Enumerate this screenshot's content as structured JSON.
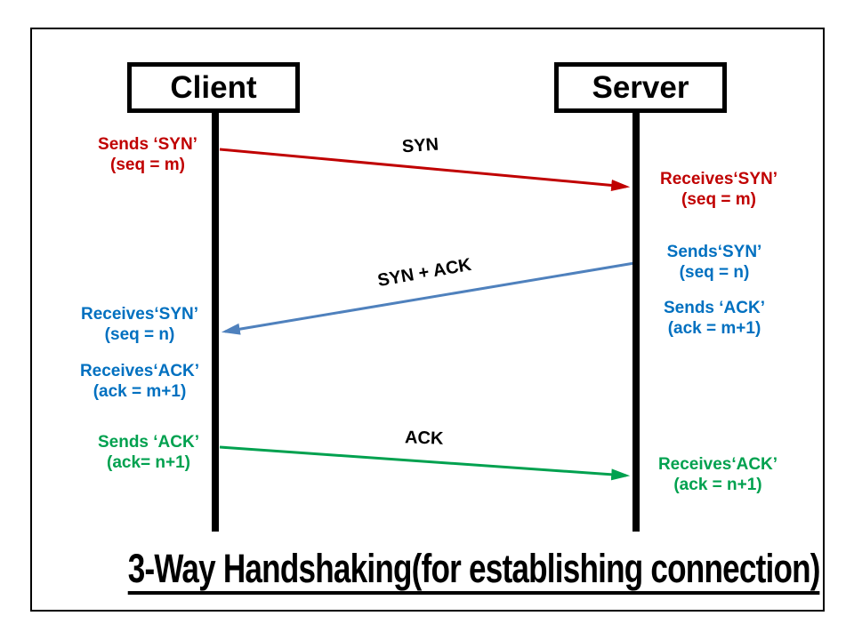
{
  "title": "3-Way Handshaking(for establishing connection)",
  "actors": [
    {
      "label": "Client"
    },
    {
      "label": "Server"
    }
  ],
  "colors": {
    "red": "#C00000",
    "blue_text": "#0070C0",
    "blue_arrow": "#4F81BD",
    "green": "#00A14F",
    "black": "#000000"
  },
  "messages": [
    {
      "label": "SYN",
      "color": "red",
      "direction": "client-to-server",
      "sender_lines": [
        "Sends ‘SYN’",
        "(seq = m)"
      ],
      "receiver_lines": [
        "Receives‘SYN’",
        "(seq = m)"
      ]
    },
    {
      "label": "SYN + ACK",
      "color": "blue",
      "direction": "server-to-client",
      "sender_lines": [
        "Sends‘SYN’",
        "(seq = n)",
        "Sends ‘ACK’",
        "(ack = m+1)"
      ],
      "receiver_lines": [
        "Receives‘SYN’",
        "(seq = n)",
        "Receives‘ACK’",
        "(ack = m+1)"
      ]
    },
    {
      "label": "ACK",
      "color": "green",
      "direction": "client-to-server",
      "sender_lines": [
        "Sends ‘ACK’",
        "(ack= n+1)"
      ],
      "receiver_lines": [
        "Receives‘ACK’",
        "(ack = n+1)"
      ]
    }
  ]
}
